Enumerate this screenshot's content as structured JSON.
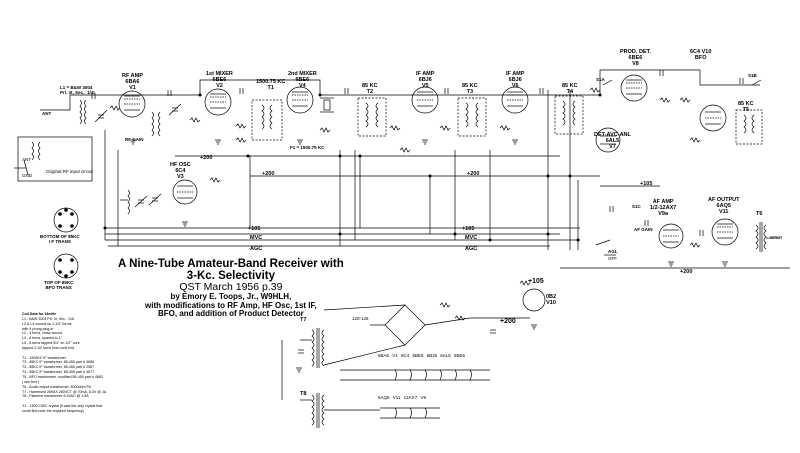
{
  "title": {
    "line1": "A Nine-Tube Amateur-Band Receiver with",
    "line2": "3-Kc. Selectivity",
    "line3": "QST March 1956 p.39",
    "line4": "by Emory E. Toops, Jr., W9HLH,",
    "line5": "with modifications to RF Amp, HF Osc, 1st IF,",
    "line6": "BFO, and addition of Product Detector"
  },
  "stages": {
    "rf_amp": {
      "name": "RF AMP",
      "tube": "6BA6",
      "ref": "V1"
    },
    "mixer1": {
      "name": "1st MIXER",
      "tube": "6BE6",
      "ref": "V2"
    },
    "mixer2": {
      "name": "2nd MIXER",
      "tube": "6BE6",
      "ref": "V4"
    },
    "if_amp1": {
      "name": "IF AMP",
      "tube": "6BJ6",
      "ref": "V5"
    },
    "if_amp2": {
      "name": "IF AMP",
      "tube": "6BJ6",
      "ref": "V6"
    },
    "prod_det": {
      "name": "PROD. DET.",
      "tube": "6BE6",
      "ref": "V8"
    },
    "bfo": {
      "name": "6C4 V10",
      "tube": "BFO",
      "ref": ""
    },
    "hf_osc": {
      "name": "HF OSC",
      "tube": "6C4",
      "ref": "V3"
    },
    "det_avc": {
      "name": "DET-AVC-ANL",
      "tube": "6AL5",
      "ref": "V7"
    },
    "af_amp": {
      "name": "AF AMP",
      "tube": "1/2-12AX7",
      "ref": "V9a"
    },
    "af_output": {
      "name": "AF OUTPUT",
      "tube": "6AQ5",
      "ref": "V11"
    },
    "reg": {
      "name": "0B2",
      "tube": "V10",
      "ref": ""
    }
  },
  "transformers": {
    "t1": "1500.75 KC",
    "t1_ref": "T1",
    "t2": "85 KC",
    "t2_ref": "T2",
    "t3": "85 KC",
    "t3_ref": "T3",
    "t4": "85 KC",
    "t4_ref": "T4",
    "t5": "85 KC",
    "t5_ref": "T5",
    "t6": "T6",
    "t6_label": "SPKR",
    "t7": "T7",
    "t8": "T8"
  },
  "labels": {
    "osc_freq": "F1 = 1500.75 KC",
    "ant": "ANT",
    "gnd": "GND",
    "ant2": "ANT",
    "l1_note": "L1 = B&W 3004",
    "l1_note2": "Pri. 3t, Sec.: 1/4t",
    "rf_gain": "RF GAIN",
    "agl": "AGL",
    "off": "OFF",
    "af_gain": "AF GAIN",
    "s1a": "S1A",
    "s1b": "S1B",
    "s1c": "S1C",
    "orig_circuit": "Original RF input circuit",
    "bottom_if": "BOTTOM OF 85KC",
    "bottom_if2": "I F TRANS",
    "top_bfo": "TOP OF 85KC",
    "top_bfo2": "BFO TRANS",
    "mvc": "MVC",
    "agc": "AGC",
    "b105": "+105",
    "b200": "+200",
    "b105_ps": "+105",
    "b200_ps": "+200",
    "ps_filter": "120-125",
    "filament_row": "6BA6  V1  6C4  6BE6  6BJ6  6AL5  6BE6",
    "filament_row2": "6AQ5  V11  12AX7  V9"
  },
  "coil_notes": [
    "Coil Data for 14mHz",
    "L1 - B&W 3004 Pri. 3t, Sec.: 1/4t",
    "L2 & L4 wound on 1-1/4\" forms",
    "  with 4 prong plug-in",
    "L2 - 3 turns, close wound",
    "L4 - 8 turns, spaced to 1\"",
    "L5 - 8 turns tapped 3/4\" on 1/2\" core",
    "  tapped 2-1/2 turns from cold end",
    "",
    "T1 - 1500KC IF transformer",
    "T2 - 85KC IF transformer, 85-455 part # 4686",
    "T3 - 85KC IF transformer, 85-455 part # 2567",
    "T4 - 85KC IF transformer, 85-455 part # 4677",
    "T5 - BFO transformer, modified 85-455 part # 4683",
    "  ( see text )",
    "T6 - Audio output transformer, 8000ohm Pri.",
    "T7 - Hammond 269AX 280VCT @ 70mA, 6.3V @ 2A",
    "T8 - Filament transformer 6.3VAC @ 1.5A",
    "",
    "Y1 - 1500.75KC crystal (it was the only crystal that",
    "  could find near the required frequency)"
  ]
}
